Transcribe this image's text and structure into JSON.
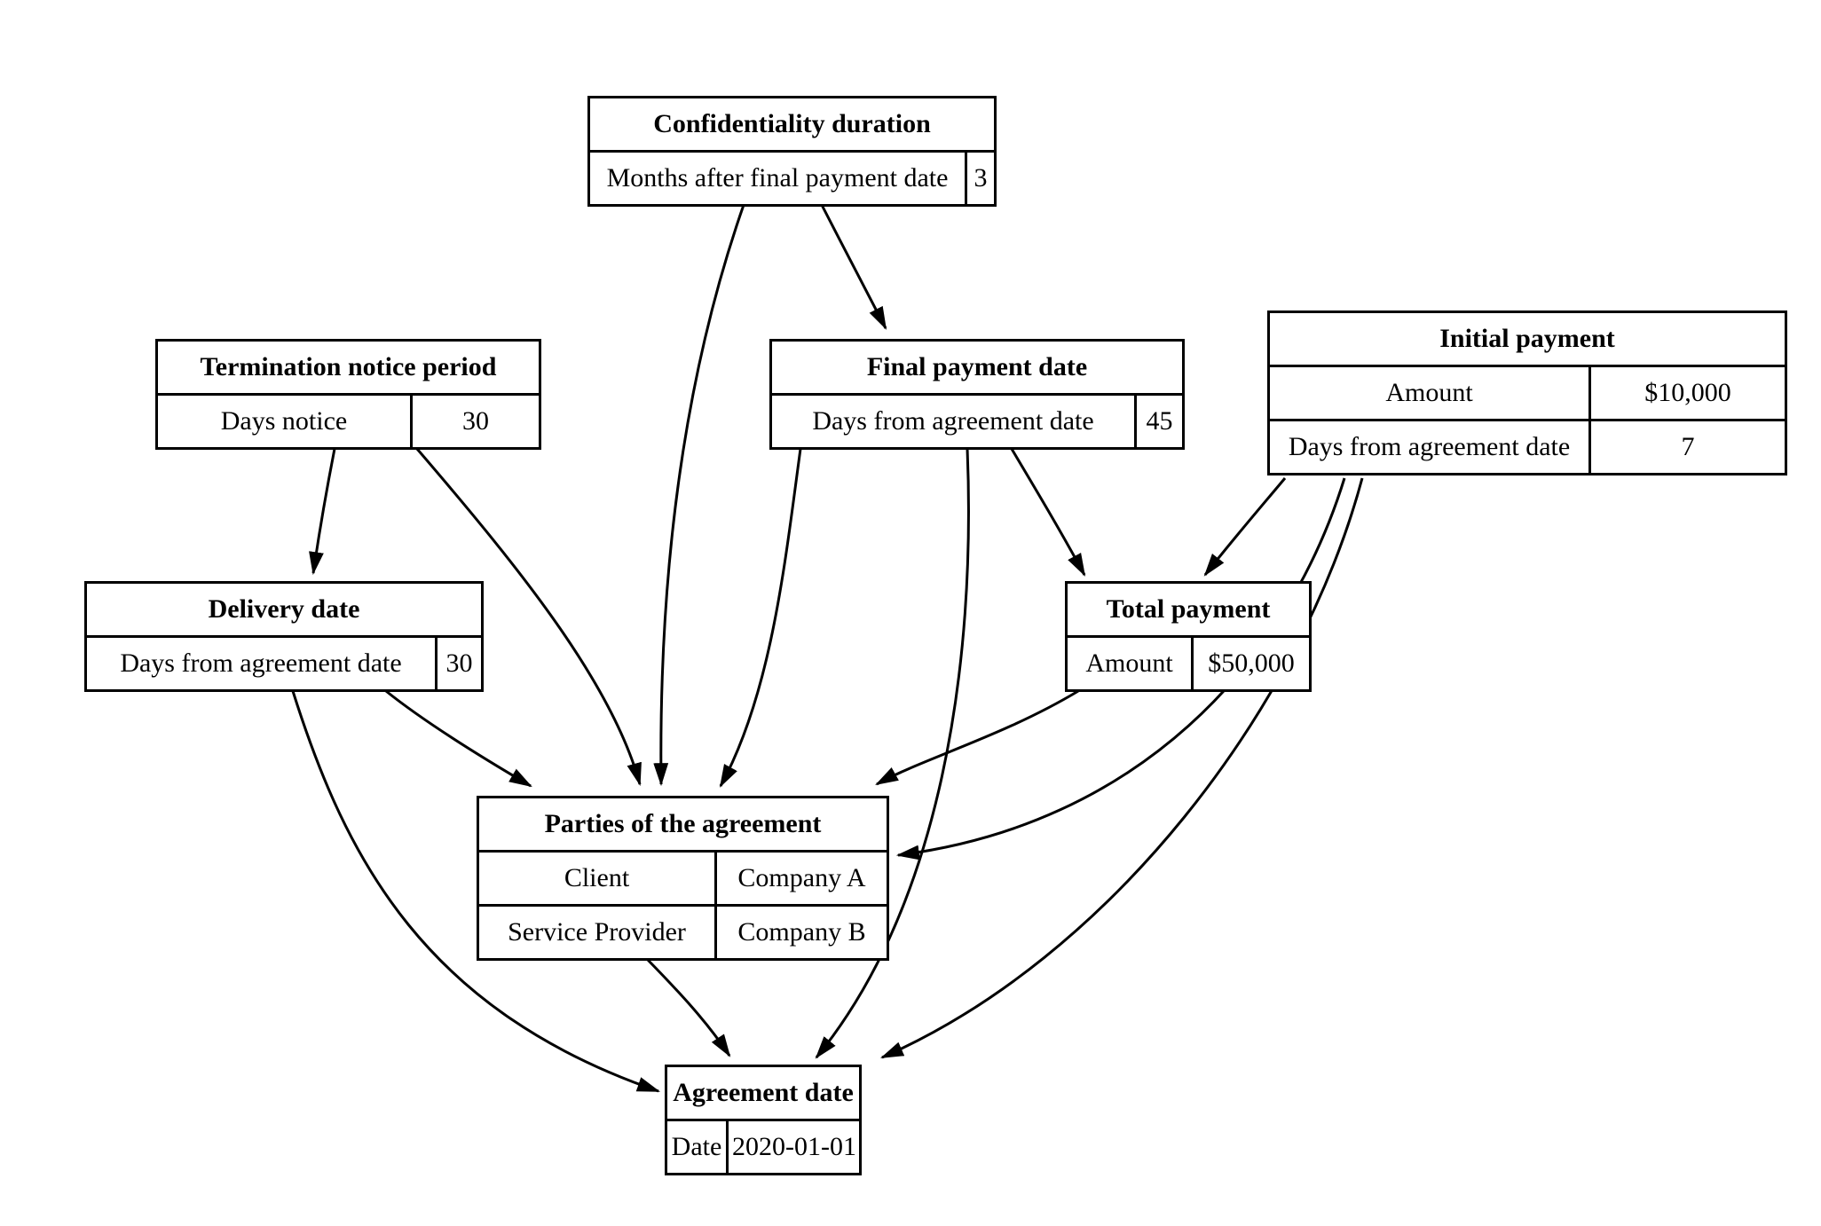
{
  "diagram": {
    "background_color": "#ffffff",
    "node_border_color": "#000000",
    "edge_color": "#000000",
    "nodes": {
      "confidentiality_duration": {
        "title": "Confidentiality duration",
        "rows": [
          {
            "label": "Months after final payment date",
            "value": "3"
          }
        ]
      },
      "termination_notice_period": {
        "title": "Termination notice period",
        "rows": [
          {
            "label": "Days notice",
            "value": "30"
          }
        ]
      },
      "final_payment_date": {
        "title": "Final payment date",
        "rows": [
          {
            "label": "Days from agreement date",
            "value": "45"
          }
        ]
      },
      "initial_payment": {
        "title": "Initial payment",
        "rows": [
          {
            "label": "Amount",
            "value": "$10,000"
          },
          {
            "label": "Days from agreement date",
            "value": "7"
          }
        ]
      },
      "delivery_date": {
        "title": "Delivery date",
        "rows": [
          {
            "label": "Days from agreement date",
            "value": "30"
          }
        ]
      },
      "total_payment": {
        "title": "Total payment",
        "rows": [
          {
            "label": "Amount",
            "value": "$50,000"
          }
        ]
      },
      "parties_of_the_agreement": {
        "title": "Parties of the agreement",
        "rows": [
          {
            "label": "Client",
            "value": "Company A"
          },
          {
            "label": "Service Provider",
            "value": "Company B"
          }
        ]
      },
      "agreement_date": {
        "title": "Agreement date",
        "rows": [
          {
            "label": "Date",
            "value": "2020-01-01"
          }
        ]
      }
    },
    "edges": [
      {
        "from": "Confidentiality duration",
        "to": "Final payment date"
      },
      {
        "from": "Confidentiality duration",
        "to": "Parties of the agreement"
      },
      {
        "from": "Termination notice period",
        "to": "Delivery date"
      },
      {
        "from": "Termination notice period",
        "to": "Parties of the agreement"
      },
      {
        "from": "Final payment date",
        "to": "Total payment"
      },
      {
        "from": "Final payment date",
        "to": "Parties of the agreement"
      },
      {
        "from": "Final payment date",
        "to": "Agreement date"
      },
      {
        "from": "Initial payment",
        "to": "Total payment"
      },
      {
        "from": "Initial payment",
        "to": "Parties of the agreement"
      },
      {
        "from": "Initial payment",
        "to": "Agreement date"
      },
      {
        "from": "Delivery date",
        "to": "Parties of the agreement"
      },
      {
        "from": "Delivery date",
        "to": "Agreement date"
      },
      {
        "from": "Total payment",
        "to": "Parties of the agreement"
      },
      {
        "from": "Parties of the agreement",
        "to": "Agreement date"
      }
    ]
  }
}
